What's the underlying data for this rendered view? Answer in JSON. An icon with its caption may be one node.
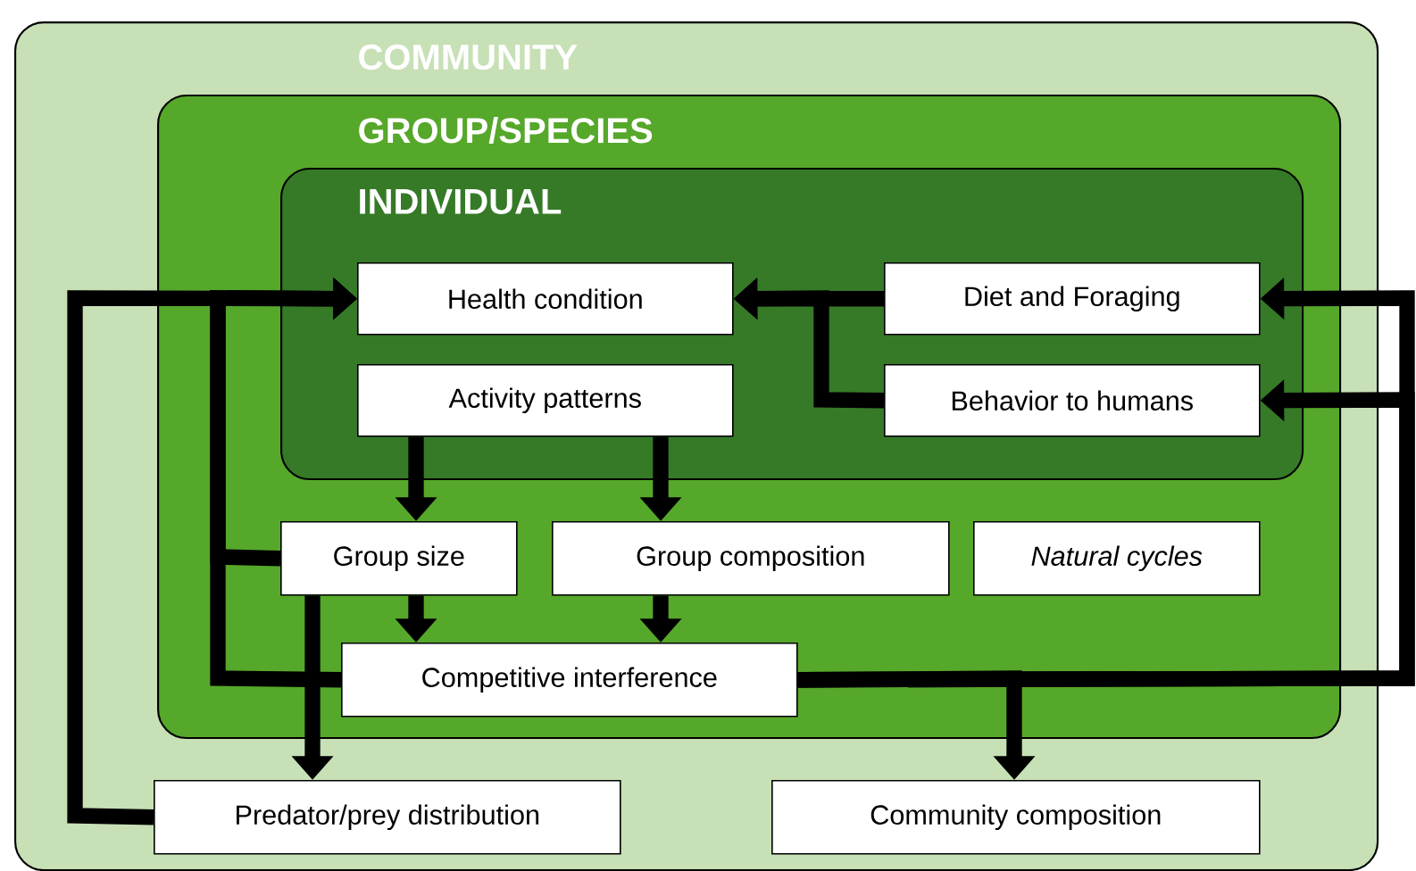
{
  "diagram": {
    "nodes": [
      {
        "text": [
          "COMMUNITY"
        ]
      },
      {
        "text": [
          "GROUP/SPECIES"
        ],
        "in": 0
      },
      {
        "text": [
          "INDIVIDUAL"
        ],
        "in": 1
      },
      {
        "text": [
          "Health condition"
        ],
        "in": 2
      },
      {
        "text": [
          "Diet and Foraging"
        ],
        "in": 2
      },
      {
        "text": [
          "Activity patterns"
        ],
        "in": 2
      },
      {
        "text": [
          "Behavior to humans"
        ],
        "in": 2
      },
      {
        "text": [
          "Group size"
        ],
        "in": 1
      },
      {
        "text": [
          "Group composition"
        ],
        "in": 1
      },
      {
        "text": [
          "Natural cycles"
        ],
        "in": 1
      },
      {
        "text": [
          "Competitive interference"
        ],
        "in": 1
      },
      {
        "text": [
          "Predator/prey distribution"
        ],
        "in": 0
      },
      {
        "text": [
          "Community composition"
        ],
        "in": 0
      }
    ],
    "edges": [
      {
        "from": 4,
        "to": 3,
        "arrow": "to"
      },
      {
        "from": 6,
        "to": 3,
        "arrow": "to"
      },
      {
        "from": 5,
        "to": 7,
        "arrow": "to"
      },
      {
        "from": 5,
        "to": 8,
        "arrow": "to"
      },
      {
        "from": 7,
        "to": 10,
        "arrow": "to"
      },
      {
        "from": 8,
        "to": 10,
        "arrow": "to"
      },
      {
        "from": 7,
        "to": 11,
        "arrow": "to"
      },
      {
        "from": 7,
        "to": 3,
        "arrow": "to"
      },
      {
        "from": 10,
        "to": 3,
        "arrow": "to"
      },
      {
        "from": 11,
        "to": 3,
        "arrow": "to"
      },
      {
        "from": 10,
        "to": 12,
        "arrow": "to"
      },
      {
        "from": 10,
        "to": 4,
        "arrow": "to"
      },
      {
        "from": 10,
        "to": 6,
        "arrow": "to"
      }
    ]
  }
}
